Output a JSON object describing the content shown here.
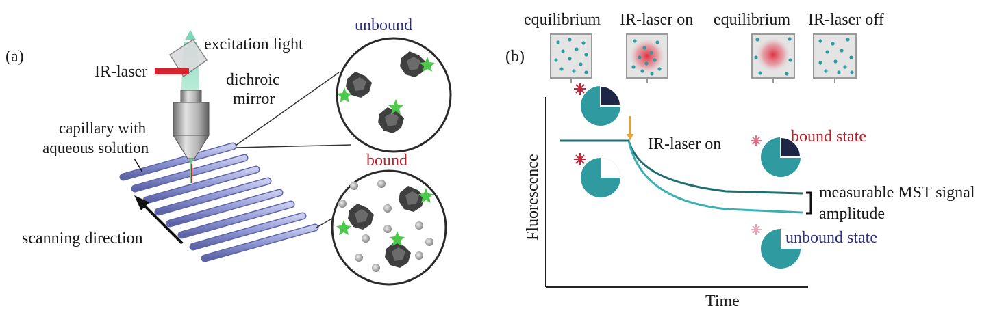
{
  "panel_a": {
    "label": "(a)",
    "excitation_light": "excitation light",
    "ir_laser": "IR-laser",
    "dichroic_line1": "dichroic",
    "dichroic_line2": "mirror",
    "capillary_line1": "capillary with",
    "capillary_line2": "aqueous solution",
    "scanning_direction": "scanning direction",
    "unbound": "unbound",
    "bound": "bound"
  },
  "panel_b": {
    "label": "(b)",
    "states": [
      "equilibrium",
      "IR-laser on",
      "equilibrium",
      "IR-laser off"
    ],
    "ir_laser_on": "IR-laser on",
    "bound_state": "bound state",
    "unbound_state": "unbound state",
    "signal_line1": "measurable MST signal",
    "signal_line2": "amplitude",
    "ylabel": "Fluorescence",
    "xlabel": "Time"
  },
  "colors": {
    "teal": "#2f9aa0",
    "dark_teal": "#1f6f72",
    "navy": "#1d2745",
    "red_text": "#b5242c",
    "navy_text": "#2e2f7a",
    "laser_red": "#d3242f",
    "green_star": "#4cc94b",
    "capillary": "#8f97d4"
  }
}
